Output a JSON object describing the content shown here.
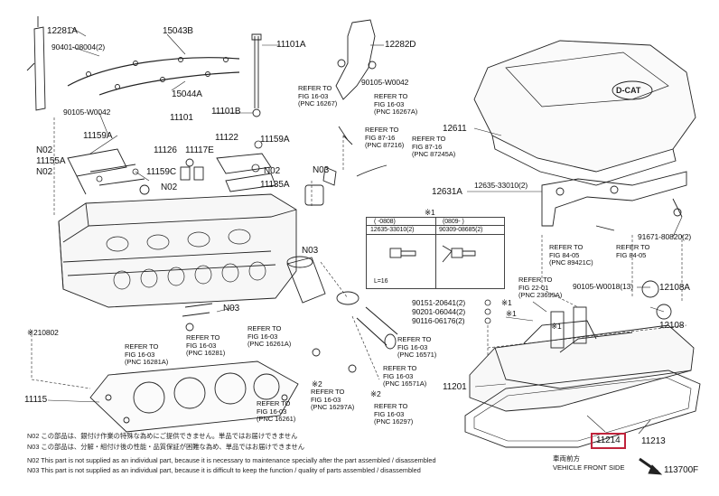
{
  "parts": {
    "p12281A": "12281A",
    "p90401": "90401-08004(2)",
    "p15043B": "15043B",
    "p15044A": "15044A",
    "p11101A": "11101A",
    "p12282D": "12282D",
    "p90105_w0042_a": "90105-W0042",
    "p90105_w0042_b": "90105-W0042",
    "p11101": "11101",
    "p11101B": "11101B",
    "p11122": "11122",
    "p11159A_a": "11159A",
    "p11159A_b": "11159A",
    "p11126": "11126",
    "p11117E": "11117E",
    "p11155A": "11155A",
    "p11159C": "11159C",
    "p11135A": "11135A",
    "pN02_a": "N02",
    "pN02_b": "N02",
    "pN02_c": "N02",
    "pN02_d": "N02",
    "pN03_a": "N03",
    "pN03_b": "N03",
    "pN03_c": "N03",
    "p12611": "12611",
    "p12631A": "12631A",
    "p12635": "12635-33010(2)",
    "p91671": "91671-80820(2)",
    "p90151": "90151-20641(2)",
    "p90201": "90201-06044(2)",
    "p90116": "90116-06176(2)",
    "p90105_w0018": "90105-W0018(13)",
    "p12108A": "12108A",
    "p12108": "12108",
    "p11201": "11201",
    "p11115": "11115",
    "p11213": "11213",
    "p11214": "11214",
    "p113700F": "113700F",
    "star1": "※1",
    "star2": "※2",
    "star1_b": "※1",
    "star1_c": "※1",
    "star2_b": "※2",
    "p210802": "※210802"
  },
  "refs": {
    "r16267": [
      "REFER TO",
      "FIG 16-03",
      "(PNC 16267)"
    ],
    "r16267A": [
      "REFER TO",
      "FIG 16-03",
      "(PNC 16267A)"
    ],
    "r87216": [
      "REFER TO",
      "FIG 87-16",
      "(PNC 87216)"
    ],
    "r87245A": [
      "REFER TO",
      "FIG 87-16",
      "(PNC 87245A)"
    ],
    "r89421C": [
      "REFER TO",
      "FIG 84-05",
      "(PNC 89421C)"
    ],
    "r8405": [
      "REFER TO",
      "FIG 84-05"
    ],
    "r23699A": [
      "REFER TO",
      "FIG 22-01",
      "(PNC 23699A)"
    ],
    "r16281A": [
      "REFER TO",
      "FIG 16-03",
      "(PNC 16281A)"
    ],
    "r16281": [
      "REFER TO",
      "FIG 16-03",
      "(PNC 16281)"
    ],
    "r16261A": [
      "REFER TO",
      "FIG 16-03",
      "(PNC 16261A)"
    ],
    "r16571": [
      "REFER TO",
      "FIG 16-03",
      "(PNC 16571)"
    ],
    "r16571A": [
      "REFER TO",
      "FIG 16-03",
      "(PNC 16571A)"
    ],
    "r16261": [
      "REFER TO",
      "FIG 16-03",
      "(PNC 16261)"
    ],
    "r16297A": [
      "REFER TO",
      "FIG 16-03",
      "(PNC 16297A)"
    ],
    "r16297": [
      "REFER TO",
      "FIG 16-03",
      "(PNC 16297)"
    ]
  },
  "legend": {
    "marker": "※1",
    "col1": "( -0808)",
    "col2": "(0809- )",
    "part1": "12635-33010(2)",
    "part2": "90309-08685(2)",
    "size": "L=16"
  },
  "notes": [
    "N02  この部品は、銀付け作業の特殊な為めにご提供できません。単品ではお届けできません",
    "N03  この部品は、分解・組付け後の性能・品質保証が困難な為め、単品ではお届けできません",
    "N02  This part is not supplied as an individual part, because it is necessary to maintenance specially after the part assembled / disassembled",
    "N03  This part is not supplied as an individual part, because it is difficult to keep the function / quality of parts assembled / disassembled"
  ],
  "view": {
    "jp": "車両前方",
    "en": "VEHICLE FRONT  SIDE"
  },
  "highlight_color": "#c0233b"
}
